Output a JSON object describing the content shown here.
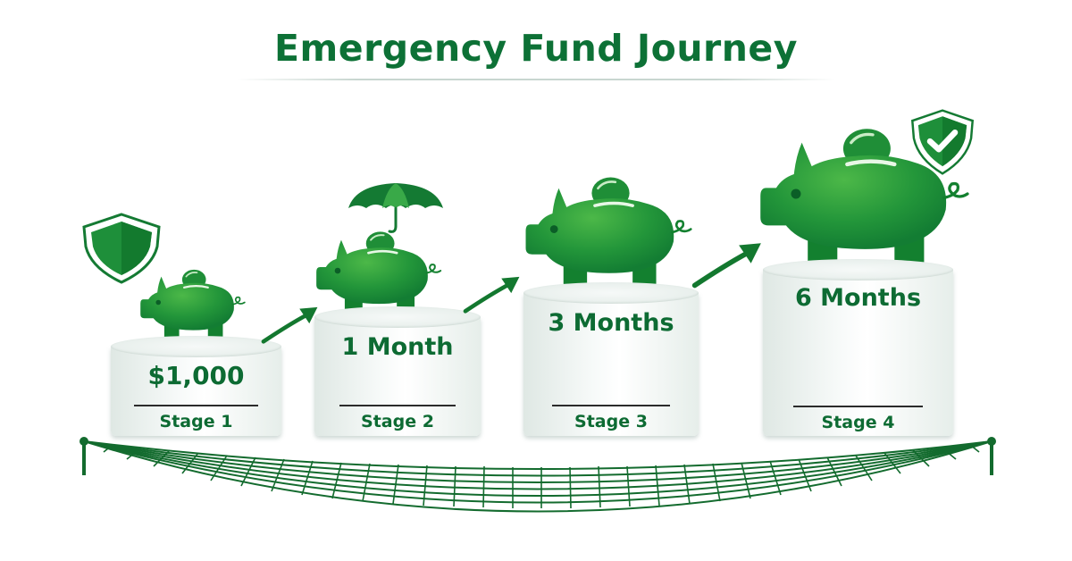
{
  "title": "Emergency Fund Journey",
  "colors": {
    "primary_green": "#0d7136",
    "light_green": "#3fae44",
    "pedestal": "#eef4f1",
    "divider": "#2b2b2b"
  },
  "stages": [
    {
      "stage_label": "Stage 1",
      "value": "$1,000",
      "icon": "shield-icon",
      "piggy_size": "small"
    },
    {
      "stage_label": "Stage 2",
      "value": "1 Month",
      "icon": "umbrella-icon",
      "piggy_size": "medium"
    },
    {
      "stage_label": "Stage 3",
      "value": "3 Months",
      "icon": null,
      "piggy_size": "large"
    },
    {
      "stage_label": "Stage 4",
      "value": "6 Months",
      "icon": "shield-check-icon",
      "piggy_size": "xlarge"
    }
  ],
  "decorations": {
    "arrows": [
      "arrow-up-right-icon",
      "arrow-up-right-icon",
      "arrow-up-right-icon"
    ],
    "safety_net": "safety-net"
  }
}
